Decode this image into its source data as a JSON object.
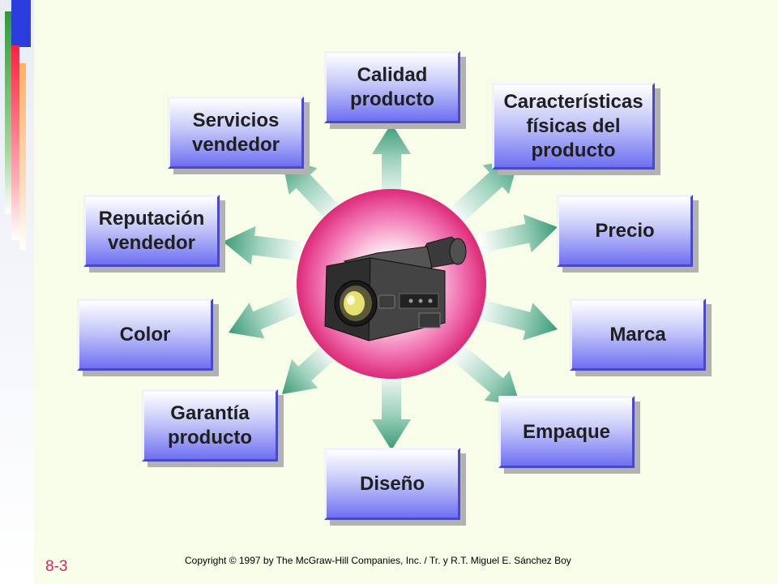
{
  "diagram": {
    "center": "camcorder-icon",
    "nodes": [
      {
        "id": "calidad",
        "label": "Calidad\nproducto"
      },
      {
        "id": "caracteristicas",
        "label": "Características\nfísicas del\nproducto"
      },
      {
        "id": "precio",
        "label": "Precio"
      },
      {
        "id": "marca",
        "label": "Marca"
      },
      {
        "id": "empaque",
        "label": "Empaque"
      },
      {
        "id": "diseno",
        "label": "Diseño"
      },
      {
        "id": "garantia",
        "label": "Garantía\nproducto"
      },
      {
        "id": "color",
        "label": "Color"
      },
      {
        "id": "reputacion",
        "label": "Reputación\nvendedor"
      },
      {
        "id": "servicios",
        "label": "Servicios\nvendedor"
      }
    ]
  },
  "footer": {
    "page_number": "8-3",
    "copyright": "Copyright © 1997 by The McGraw-Hill  Companies, Inc. / Tr.  y R.T.  Miguel E.  Sánchez Boy"
  },
  "colors": {
    "background": "#f7fde9",
    "circle": "#e0307a",
    "arrow": "#3a9a78",
    "box_bottom": "#6f70f2",
    "page_number": "#e0206a"
  }
}
